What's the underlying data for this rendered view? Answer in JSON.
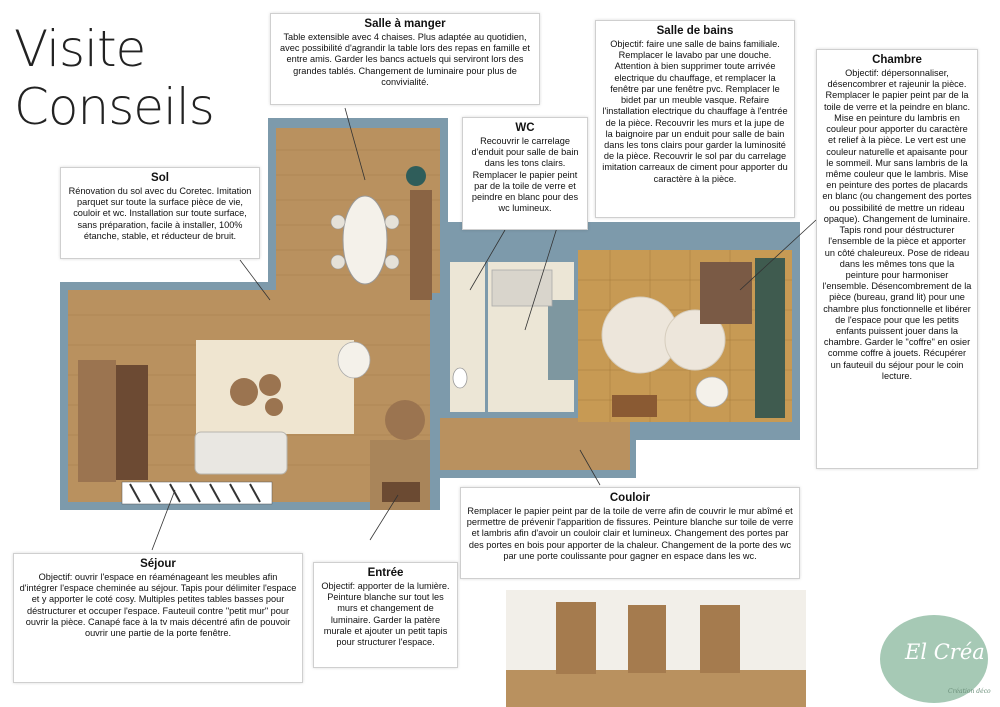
{
  "page": {
    "title_line1": "Visite",
    "title_line2": "Conseils"
  },
  "sections": {
    "salle_a_manger": {
      "title": "Salle à manger",
      "text": "Table extensible avec 4 chaises.\nPlus adaptée au quotidien, avec possibilité d'agrandir la table lors des repas en famille et entre amis.\nGarder les bancs actuels qui serviront lors des grandes tablés.\nChangement de luminaire pour plus de convivialité."
    },
    "salle_de_bains": {
      "title": "Salle de bains",
      "text": "Objectif: faire une salle de bains familiale.\nRemplacer le lavabo par une douche.\nAttention à bien supprimer toute arrivée electrique du chauffage, et remplacer la fenêtre par une fenêtre pvc.\nRemplacer le bidet par un meuble vasque.\nRefaire l'installation electrique du chauffage à l'entrée de la pièce.\nRecouvrir les murs et la jupe de la baignoire par un enduit pour salle de bain dans les tons clairs pour garder la luminosité de la pièce.\nRecouvrir le sol par du carrelage imitation carreaux de ciment pour apporter du caractère à la pièce."
    },
    "wc": {
      "title": "WC",
      "text": "Recouvrir le carrelage d'enduit pour salle de bain dans les tons clairs.\nRemplacer le papier peint par de la toile de verre et peindre en blanc pour des wc lumineux."
    },
    "chambre": {
      "title": "Chambre",
      "text": "Objectif: dépersonnaliser, désencombrer et rajeunir la pièce.\nRemplacer le papier peint par de la toile de verre et la peindre en blanc.\nMise en peinture du lambris en couleur pour apporter du caractère et relief à la pièce. Le vert est une couleur naturelle et apaisante pour le sommeil.\nMur sans lambris de la même couleur que le lambris.\nMise en peinture des portes de placards en blanc (ou changement des portes ou possibilité de mettre un rideau opaque).\nChangement de luminaire. Tapis rond pour déstructurer l'ensemble de la pièce et apporter un côté chaleureux. Pose de rideau dans les mêmes tons que la peinture pour harmoniser l'ensemble.\nDésencombrement de la pièce (bureau, grand lit) pour une chambre plus fonctionnelle et libérer de l'espace pour que les petits enfants puissent jouer dans la chambre.\nGarder le \"coffre\" en osier comme coffre à jouets.\nRécupérer un fauteuil du séjour pour le coin lecture."
    },
    "sol": {
      "title": "Sol",
      "text": "Rénovation du sol avec du Coretec.\nImitation parquet sur toute la surface pièce de vie, couloir et wc.\nInstallation sur toute surface, sans préparation, facile à installer, 100% étanche, stable, et réducteur de bruit."
    },
    "couloir": {
      "title": "Couloir",
      "text": "Remplacer le papier peint par de la toile de verre afin de couvrir le mur abîmé et permettre de prévenir l'apparition de fissures.\nPeinture blanche sur toile de verre et lambris afin d'avoir un couloir clair et lumineux.\nChangement des portes par des portes en bois pour apporter de la chaleur.\nChangement de la porte des wc par une porte coulissante pour gagner en espace dans les wc."
    },
    "sejour": {
      "title": "Séjour",
      "text": "Objectif: ouvrir l'espace en réaménageant les meubles afin d'intégrer l'espace cheminée au séjour.\nTapis pour délimiter l'espace et y apporter le coté cosy.\nMultiples petites tables basses pour déstructurer et occuper l'espace.\nFauteuil contre \"petit mur\" pour ouvrir la pièce.\nCanapé face à la tv mais décentré afin de pouvoir ouvrir une partie de la porte fenêtre."
    },
    "entree": {
      "title": "Entrée",
      "text": "Objectif: apporter de la lumière.\nPeinture blanche sur tout les murs et changement de luminaire.\nGarder la patère murale et ajouter un petit tapis pour structurer l'espace."
    }
  },
  "logo": {
    "name": "El Créa'",
    "tagline": "Création déco"
  },
  "colors": {
    "wall": "#7d9aab",
    "wood_floor": "#b9915f",
    "tile_floor": "#c79a54",
    "bath_floor": "#ece6d6",
    "rug": "#efe5d0",
    "green_wall": "#3f5b4f",
    "logo_bg": "#a6c9b5"
  }
}
